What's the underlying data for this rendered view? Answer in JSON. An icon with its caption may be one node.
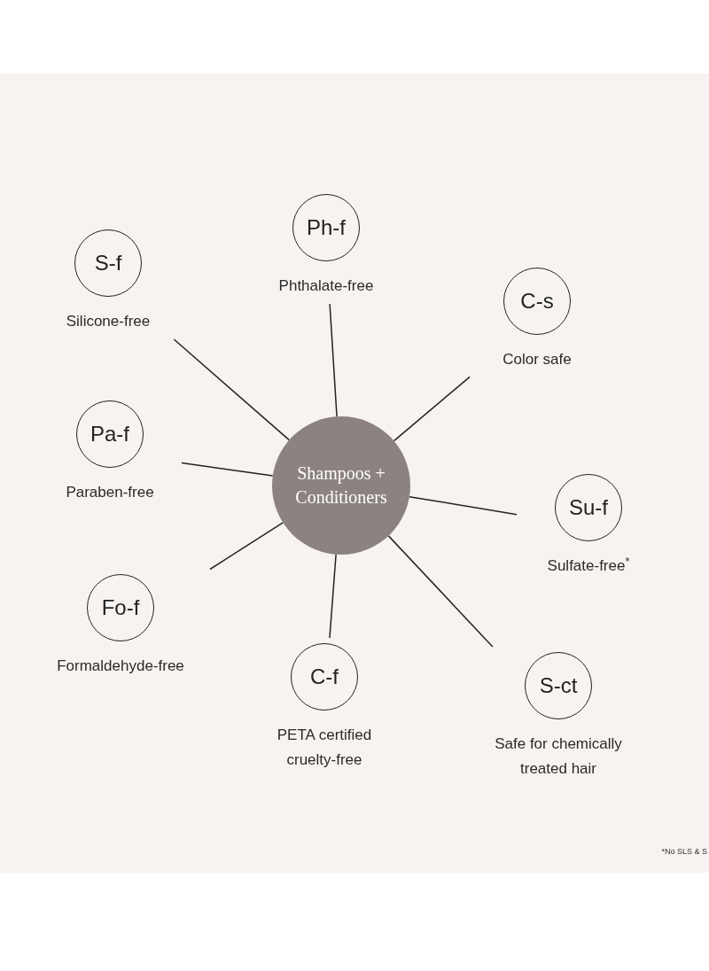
{
  "diagram": {
    "nodes": [
      {
        "text": [
          "S-f"
        ],
        "beside": [
          "Silicone-free"
        ]
      },
      {
        "text": [
          "Ph-f"
        ],
        "beside": [
          "Phthalate-free"
        ]
      },
      {
        "text": [
          "C-s"
        ],
        "beside": [
          "Color safe"
        ]
      },
      {
        "text": [
          "Pa-f"
        ],
        "beside": [
          "Paraben-free"
        ]
      },
      {
        "text": [
          "Shampoos + Conditioners"
        ]
      },
      {
        "text": [
          "Su-f"
        ],
        "beside": [
          "Sulfate-free$^{*}$"
        ]
      },
      {
        "text": [
          "Fo-f"
        ],
        "beside": [
          "Formaldehyde-free"
        ]
      },
      {
        "text": [
          "C-f"
        ],
        "beside": [
          "PETA certified cruelty-free"
        ]
      },
      {
        "text": [
          "S-ct"
        ],
        "beside": [
          "Safe for chemically treated hair"
        ]
      }
    ],
    "edges": [
      {
        "from": 4,
        "to": 0,
        "arrow": "none"
      },
      {
        "from": 4,
        "to": 1,
        "arrow": "none"
      },
      {
        "from": 4,
        "to": 2,
        "arrow": "none"
      },
      {
        "from": 4,
        "to": 3,
        "arrow": "none"
      },
      {
        "from": 4,
        "to": 5,
        "arrow": "none"
      },
      {
        "from": 4,
        "to": 6,
        "arrow": "none"
      },
      {
        "from": 4,
        "to": 7,
        "arrow": "none"
      },
      {
        "from": 4,
        "to": 8,
        "arrow": "none"
      }
    ],
    "labels": [
      "*No SLS & S"
    ]
  }
}
